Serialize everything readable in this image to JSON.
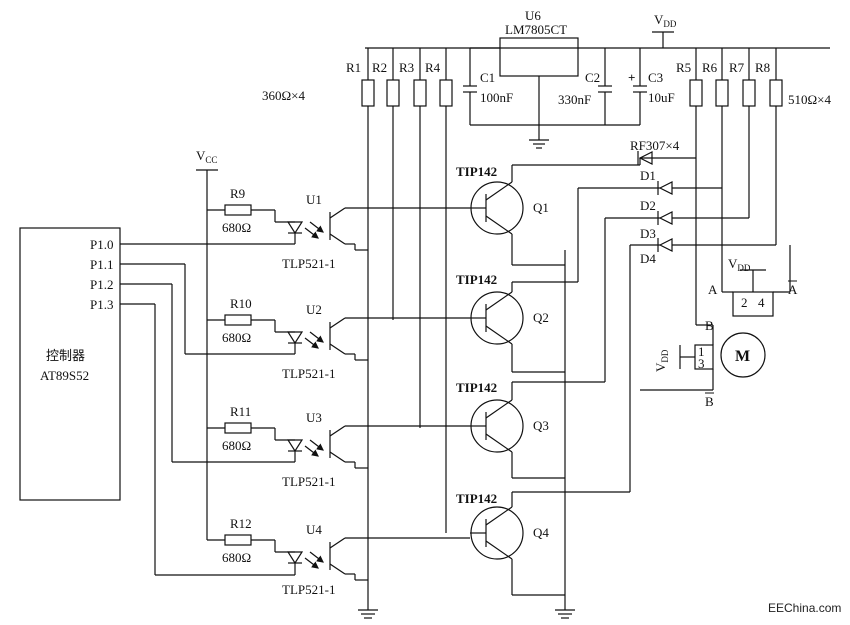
{
  "regulator": {
    "ref": "U6",
    "part": "LM7805CT"
  },
  "supply": {
    "vdd": "V",
    "vdd_sub": "DD",
    "vcc": "V",
    "vcc_sub": "CC"
  },
  "resistors": {
    "r1": "R1",
    "r2": "R2",
    "r3": "R3",
    "r4": "R4",
    "r5": "R5",
    "r6": "R6",
    "r7": "R7",
    "r8": "R8",
    "r9": "R9",
    "r10": "R10",
    "r11": "R11",
    "r12": "R12",
    "group_left_value": "360Ω×4",
    "group_right_value": "510Ω×4",
    "input_value": "680Ω"
  },
  "capacitors": {
    "c1": "C1",
    "c1_value": "100nF",
    "c2": "C2",
    "c2_value": "330nF",
    "c3": "C3",
    "c3_value": "10uF",
    "c3_polarity": "+"
  },
  "controller": {
    "name": "控制器",
    "part": "AT89S52",
    "pins": [
      "P1.0",
      "P1.1",
      "P1.2",
      "P1.3"
    ]
  },
  "optocouplers": {
    "refs": [
      "U1",
      "U2",
      "U3",
      "U4"
    ],
    "part": "TLP521-1"
  },
  "transistors": {
    "part": "TIP142",
    "refs": [
      "Q1",
      "Q2",
      "Q3",
      "Q4"
    ]
  },
  "diodes": {
    "part": "RF307×4",
    "refs": [
      "D1",
      "D2",
      "D3",
      "D4"
    ]
  },
  "motor": {
    "label": "M",
    "phase_a": "A",
    "phase_a_bar": "A",
    "phase_b": "B",
    "phase_b_bar": "B",
    "coil_a_pins": [
      "2",
      "4"
    ],
    "coil_b_pins": [
      "1",
      "3"
    ]
  },
  "watermark": "EEChina.com"
}
